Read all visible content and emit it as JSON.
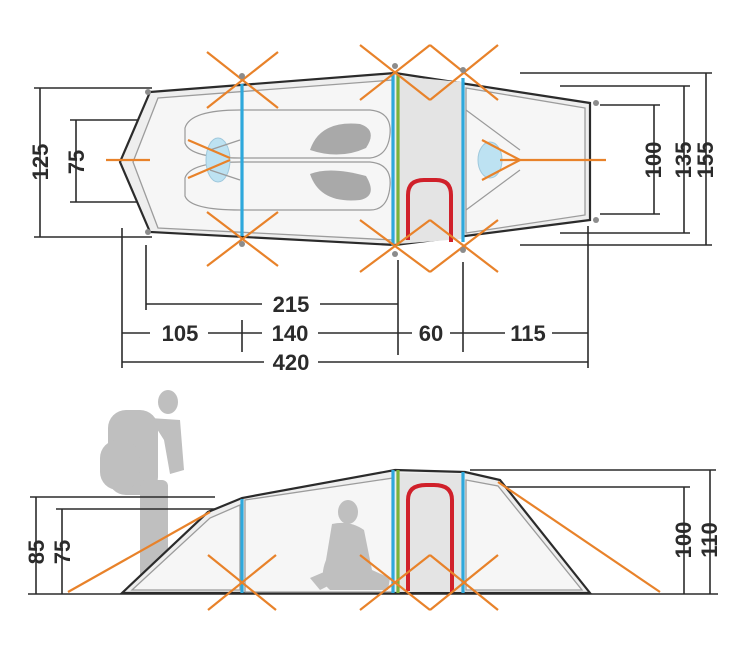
{
  "colors": {
    "pole": "#2ea8dc",
    "pole_center": "#7bb13c",
    "guy_line": "#e8822a",
    "door": "#d0202a",
    "outline": "#2b2b2b",
    "fabric": "#eeeeee",
    "figure": "#bfbfbf"
  },
  "top_view": {
    "left_outer_height": "125",
    "left_inner_height": "75",
    "right_inner_height": "100",
    "right_mid_height": "135",
    "right_outer_height": "155",
    "sleeping_length": "215",
    "segment_1": "105",
    "segment_2": "140",
    "segment_3": "60",
    "segment_4": "115",
    "total_length": "420"
  },
  "side_view": {
    "left_outer_height": "85",
    "left_inner_height": "75",
    "right_inner_height": "100",
    "right_outer_height": "110"
  }
}
